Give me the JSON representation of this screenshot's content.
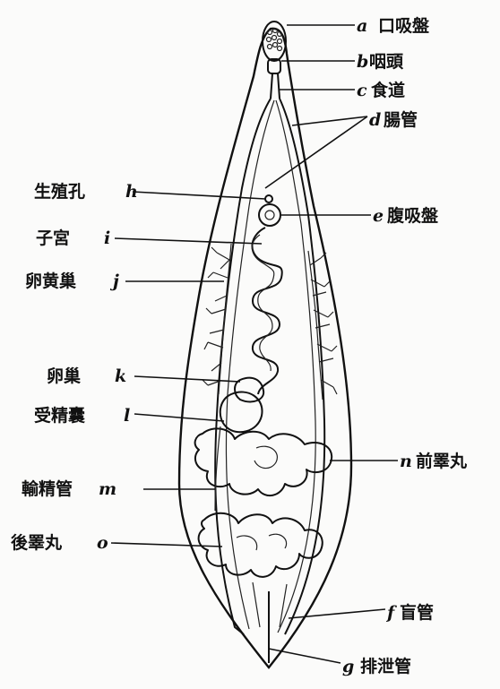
{
  "labels_right": [
    {
      "letter": "a",
      "text": "口吸盤"
    },
    {
      "letter": "b",
      "text": "咽頭"
    },
    {
      "letter": "c",
      "text": "食道"
    },
    {
      "letter": "d",
      "text": "腸管"
    },
    {
      "letter": "e",
      "text": "腹吸盤"
    },
    {
      "letter": "n",
      "text": "前睪丸"
    },
    {
      "letter": "f",
      "text": "盲管"
    },
    {
      "letter": "g",
      "text": "排泄管"
    }
  ],
  "labels_left": [
    {
      "letter": "h",
      "text": "生殖孔"
    },
    {
      "letter": "i",
      "text": "子宮"
    },
    {
      "letter": "j",
      "text": "卵黄巢"
    },
    {
      "letter": "k",
      "text": "卵巢"
    },
    {
      "letter": "l",
      "text": "受精囊"
    },
    {
      "letter": "m",
      "text": "輸精管"
    },
    {
      "letter": "o",
      "text": "後睪丸"
    }
  ]
}
